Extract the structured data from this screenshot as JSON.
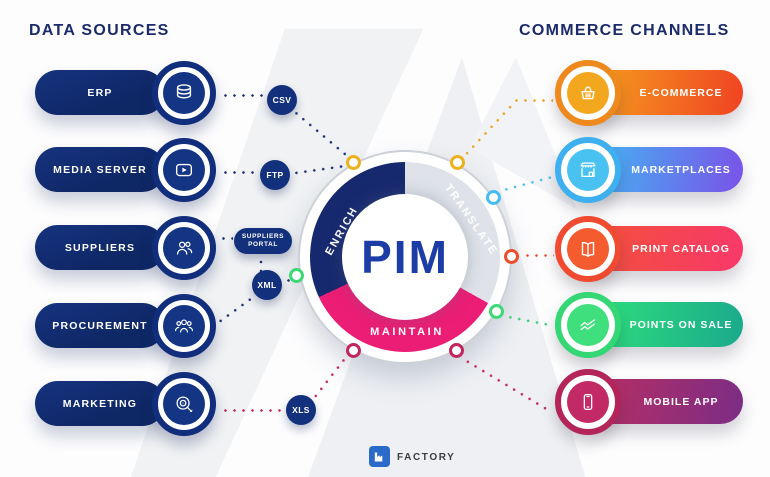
{
  "headers": {
    "left": "DATA SOURCES",
    "right": "COMMERCE CHANNELS",
    "color": "#1b2a6b"
  },
  "sources": [
    {
      "label": "ERP",
      "icon": "database-icon"
    },
    {
      "label": "MEDIA SERVER",
      "icon": "media-play-icon"
    },
    {
      "label": "SUPPLIERS",
      "icon": "suppliers-users-icon"
    },
    {
      "label": "PROCUREMENT",
      "icon": "procurement-team-icon"
    },
    {
      "label": "MARKETING",
      "icon": "marketing-target-icon"
    }
  ],
  "connectors": {
    "csv": "CSV",
    "ftp": "FTP",
    "suppliers_portal": {
      "line1": "SUPPLIERS",
      "line2": "PORTAL"
    },
    "xml": "XML",
    "xls": "XLS"
  },
  "hub": {
    "title": "PIM",
    "segments": [
      {
        "label": "ENRICH",
        "color": "#17296e"
      },
      {
        "label": "TRANSLATE",
        "color": "#dfe3e9"
      },
      {
        "label": "MAINTAIN",
        "color": "#ec1d74"
      }
    ],
    "node_colors": [
      "#edb11e",
      "#45bdf2",
      "#ee4e2e",
      "#3cd976",
      "#c2255e"
    ]
  },
  "channels": [
    {
      "label": "E-COMMERCE",
      "icon": "basket-icon",
      "color_start": "#f6a21d",
      "color_end": "#ef4223"
    },
    {
      "label": "MARKETPLACES",
      "icon": "storefront-icon",
      "color_start": "#41b9f3",
      "color_end": "#7a52e8"
    },
    {
      "label": "PRINT CATALOG",
      "icon": "open-book-icon",
      "color_start": "#f25239",
      "color_end": "#f8386a"
    },
    {
      "label": "POINTS ON SALE",
      "icon": "sales-chart-icon",
      "color_start": "#2ee27b",
      "color_end": "#1ba98c"
    },
    {
      "label": "MOBILE APP",
      "icon": "smartphone-icon",
      "color_start": "#bb2e62",
      "color_end": "#7b2d85"
    }
  ],
  "footer": {
    "brand": "FACTORY",
    "logo_color": "#2a6bca"
  }
}
